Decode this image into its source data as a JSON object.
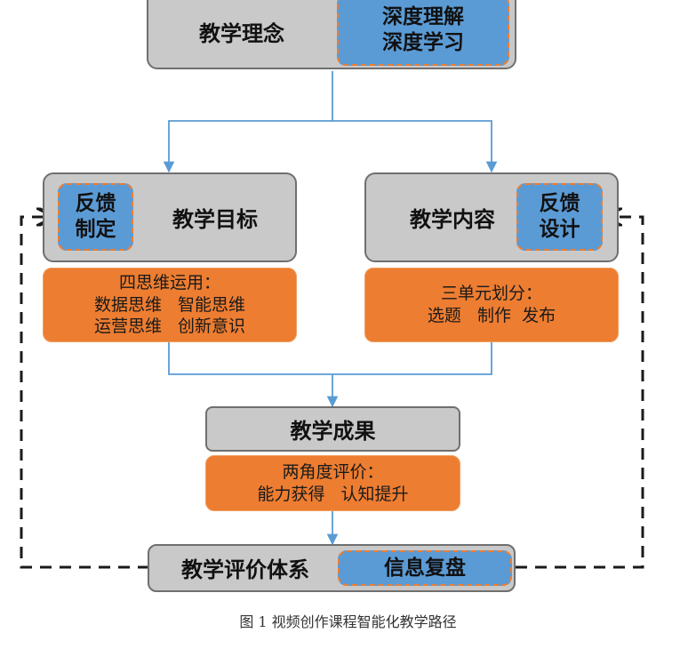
{
  "teaching_philosophy": {
    "title": "教学理念",
    "badge_lines": [
      "深度理解",
      "深度学习"
    ]
  },
  "teaching_goals": {
    "title": "教学目标",
    "badge_lines": [
      "反馈",
      "制定"
    ],
    "detail_lines": [
      "四思维运用：",
      "数据思维   智能思维",
      "运营思维   创新意识"
    ]
  },
  "teaching_content": {
    "title": "教学内容",
    "badge_lines": [
      "反馈",
      "设计"
    ],
    "detail_lines": [
      "三单元划分：",
      "选题   制作  发布"
    ]
  },
  "teaching_results": {
    "title": "教学成果",
    "detail_lines": [
      "两角度评价：",
      "能力获得   认知提升"
    ]
  },
  "evaluation_system": {
    "title": "教学评价体系",
    "badge": "信息复盘"
  },
  "caption": "图 1 视频创作课程智能化教学路径",
  "colors": {
    "box_gray": "#c9c9c9",
    "badge_blue": "#5b9bd5",
    "detail_orange": "#ed7d31",
    "connector_blue": "#5b9bd5",
    "feedback_line": "#1a1a1a"
  }
}
